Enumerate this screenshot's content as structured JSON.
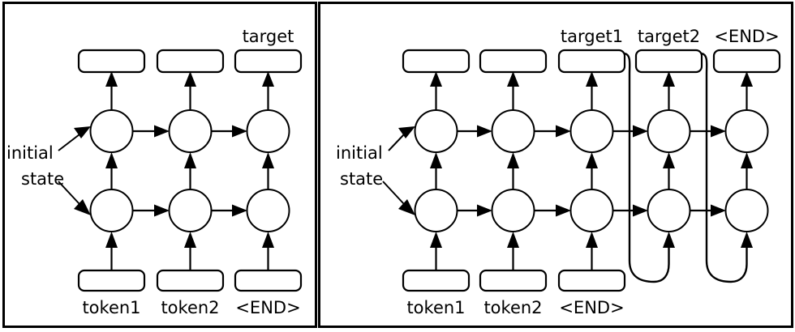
{
  "figure": {
    "title": "",
    "panels": [
      {
        "id": "left-panel",
        "name": "training-seq2seq-encoder-style",
        "initial_state_label": "initial\nstate",
        "initial_state_line1": "initial",
        "initial_state_line2": "state",
        "output_boxes": [
          {
            "label": ""
          },
          {
            "label": ""
          },
          {
            "label": "target"
          }
        ],
        "output_labels": [
          "",
          "",
          "target"
        ],
        "input_labels": [
          "token1",
          "token2",
          "<END>"
        ],
        "columns": 3,
        "rows": 2
      },
      {
        "id": "right-panel",
        "name": "inference-seq2seq-with-feedback",
        "initial_state_label": "initial\nstate",
        "initial_state_line1": "initial",
        "initial_state_line2": "state",
        "output_boxes": [
          {
            "label": ""
          },
          {
            "label": ""
          },
          {
            "label": "target1"
          },
          {
            "label": "target2"
          },
          {
            "label": "<END>"
          }
        ],
        "output_labels": [
          "",
          "",
          "target1",
          "target2",
          "<END>"
        ],
        "input_labels": [
          "token1",
          "token2",
          "<END>"
        ],
        "columns": 5,
        "rows": 2
      }
    ],
    "colors": {
      "stroke": "#000000",
      "fill": "#ffffff",
      "background": "#ffffff"
    }
  }
}
